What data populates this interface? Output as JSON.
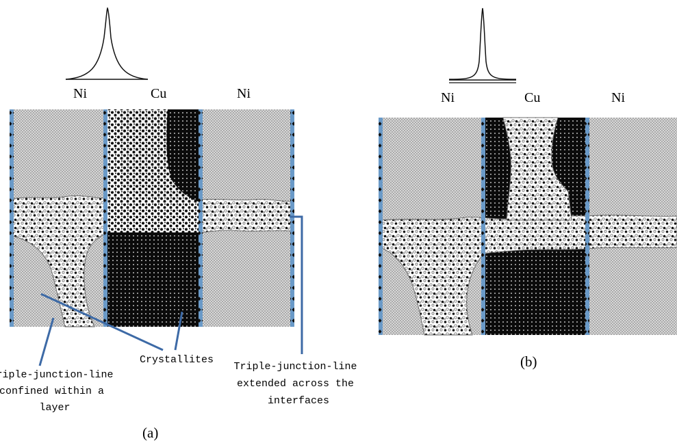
{
  "panel_a": {
    "labels": {
      "left": "Ni",
      "middle": "Cu",
      "right": "Ni"
    },
    "annotations": {
      "confined": [
        "Triple-junction-line",
        "confined within a",
        "layer"
      ],
      "crystallites": "Crystallites",
      "extended": [
        "Triple-junction-line",
        "extended across the",
        "interfaces"
      ]
    },
    "caption": "(a)"
  },
  "panel_b": {
    "labels": {
      "left": "Ni",
      "middle": "Cu",
      "right": "Ni"
    },
    "caption": "(b)"
  },
  "colors": {
    "interface": "#6a9ac8",
    "leader": "#3d6aa6",
    "ni_fill": "#c9c9c9",
    "cu_fill": "#0b0b0b",
    "boundary": "#6b6b6b"
  }
}
